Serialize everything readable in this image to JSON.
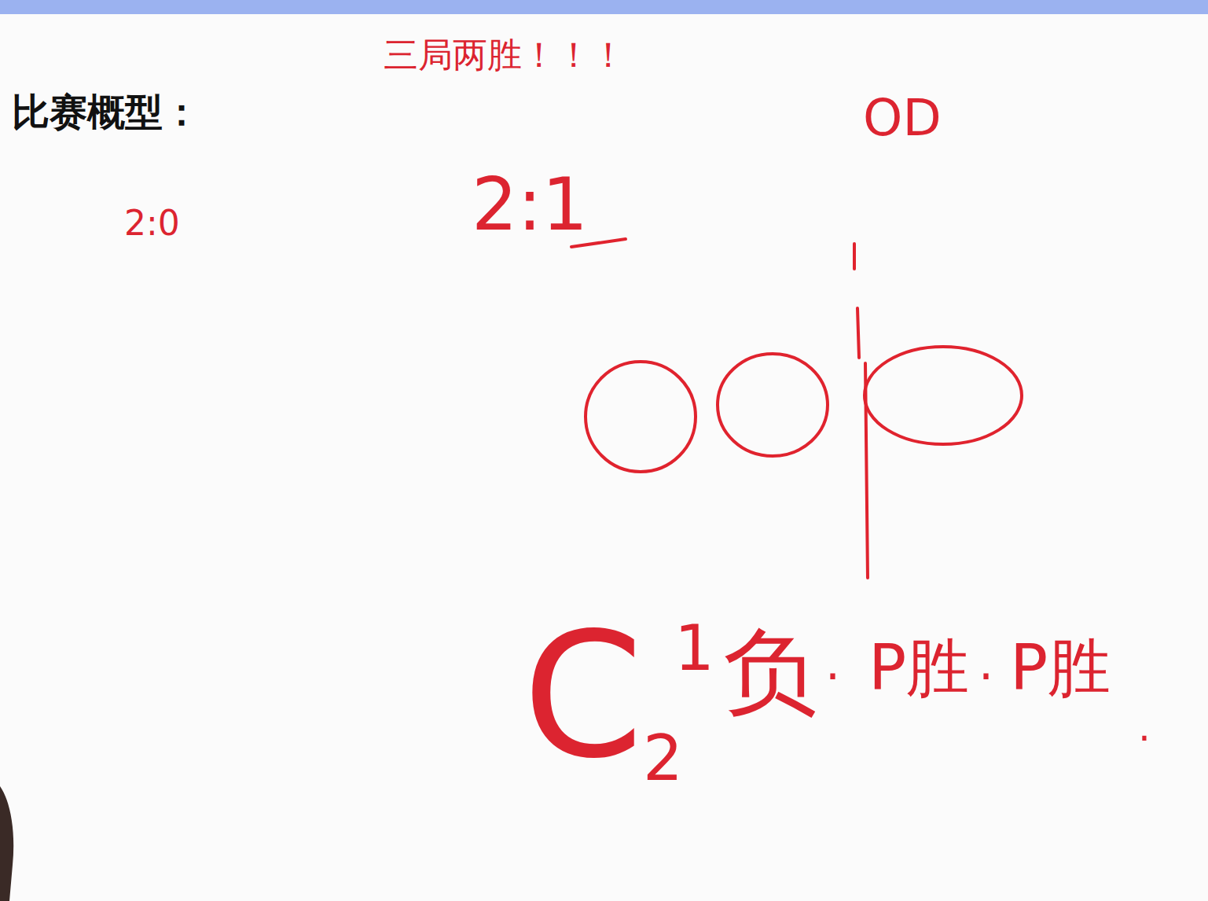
{
  "diagram": {
    "title": "比赛概型：",
    "labels": [
      "三局两胜！！！",
      "2:0",
      "2:1",
      "OD",
      "C",
      "1",
      "2",
      "负",
      "·",
      "P胜",
      "·",
      "P胜",
      "."
    ]
  }
}
